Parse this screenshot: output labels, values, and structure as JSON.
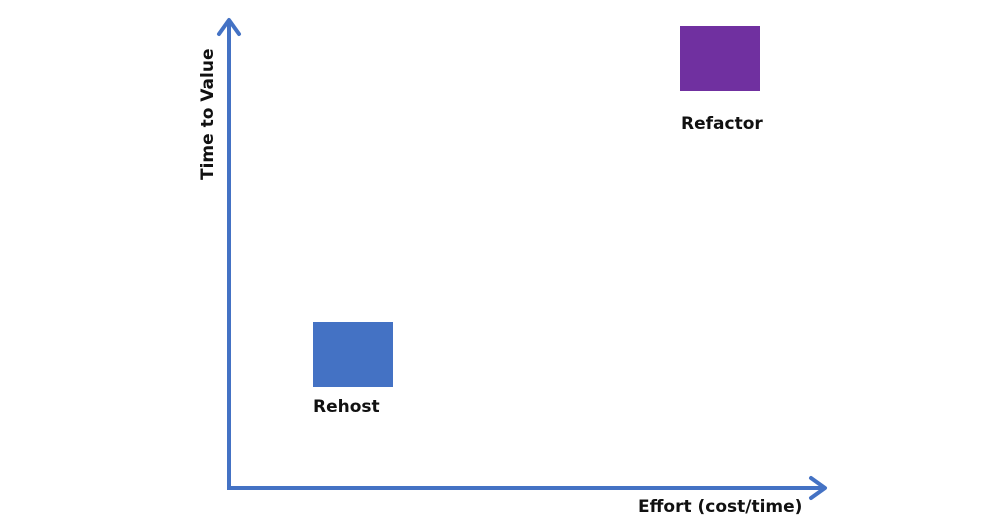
{
  "axes": {
    "y_label": "Time to Value",
    "x_label": "Effort (cost/time)",
    "color": "#4472C4"
  },
  "items": [
    {
      "label": "Rehost",
      "color": "#4472C4"
    },
    {
      "label": "Refactor",
      "color": "#7030A0"
    }
  ]
}
